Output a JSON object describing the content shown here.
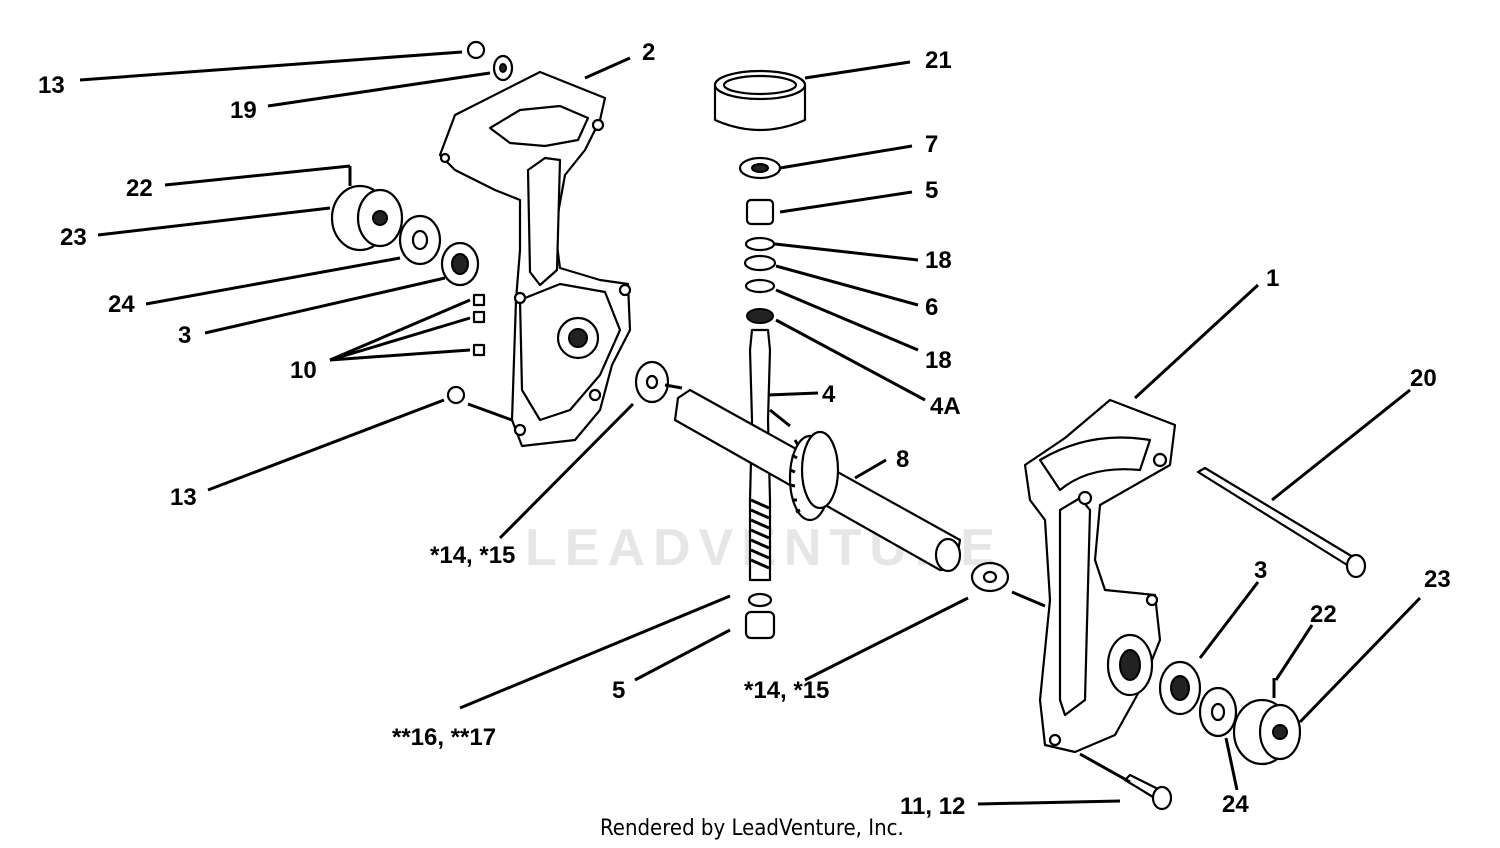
{
  "diagram": {
    "watermark": "LEADVENTURE",
    "credit": "Rendered by LeadVenture, Inc.",
    "labels": {
      "l13a": "13",
      "l19": "19",
      "l2": "2",
      "l22a": "22",
      "l23a": "23",
      "l24a": "24",
      "l3a": "3",
      "l10": "10",
      "l13b": "13",
      "l14a": "*14, *15",
      "l16": "**16, **17",
      "l5b": "5",
      "l14b": "*14, *15",
      "l21": "21",
      "l7": "7",
      "l5a": "5",
      "l18a": "18",
      "l6": "6",
      "l18b": "18",
      "l4a": "4A",
      "l4": "4",
      "l8": "8",
      "l1": "1",
      "l20": "20",
      "l3b": "3",
      "l22b": "22",
      "l23b": "23",
      "l24b": "24",
      "l11": "11, 12"
    }
  }
}
